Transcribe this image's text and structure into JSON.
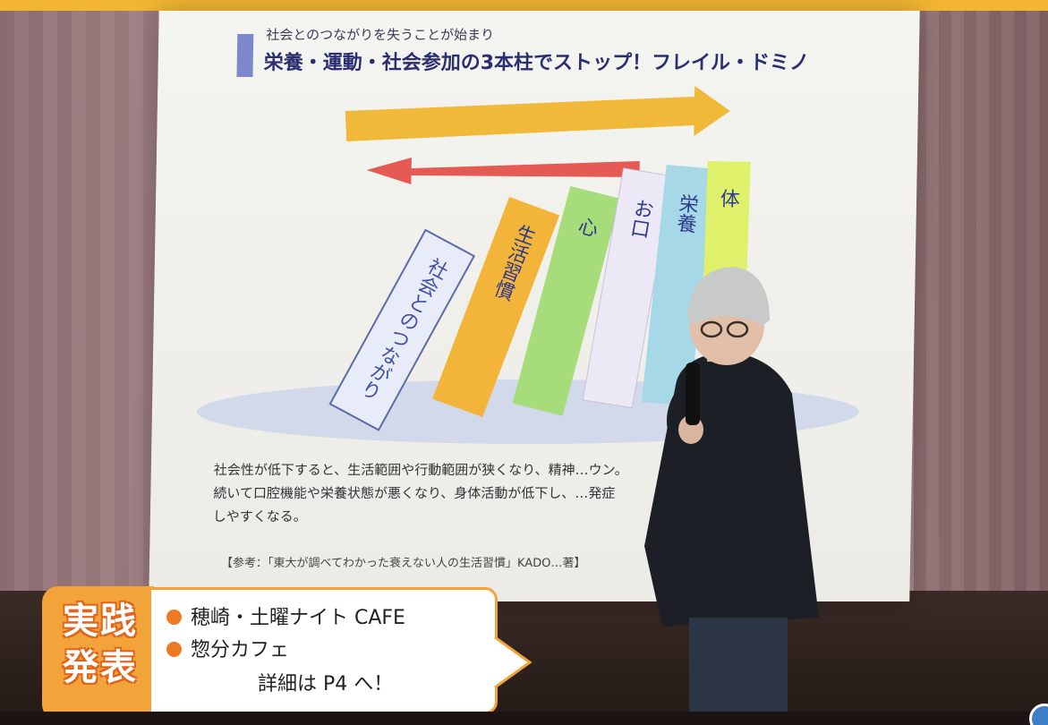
{
  "slide": {
    "title_line1": "社会とのつながりを失うことが始まり",
    "title_line2": "栄養・運動・社会参加の3本柱でストップ！フレイル・ドミノ",
    "dominoes": [
      {
        "label": "社会とのつながり",
        "color": "#e8ecf8"
      },
      {
        "label": "生活習慣",
        "color": "#f3b43a"
      },
      {
        "label": "心",
        "color": "#a7dc7a"
      },
      {
        "label": "お口",
        "color": "#ece8f6"
      },
      {
        "label": "栄養",
        "color": "#a7d8e8"
      },
      {
        "label": "体",
        "color": "#dff06a"
      }
    ],
    "body_line1": "社会性が低下すると、生活範囲や行動範囲が狭くなり、精神…ウン。",
    "body_line2": "続いて口腔機能や栄養状態が悪くなり、身体活動が低下し、…発症",
    "body_line3": "しやすくなる。",
    "reference": "【参考：「東大が調べてわかった衰えない人の生活習慣」KADO…著】"
  },
  "callout": {
    "badge_line1": "実践",
    "badge_line2": "発表",
    "item1": "穂崎・土曜ナイト CAFE",
    "item2": "惣分カフェ",
    "detail": "詳細は P4 へ！"
  },
  "colors": {
    "accent_orange": "#f2a33a",
    "bullet": "#ee7a23",
    "arrow_right": "#f1b93a",
    "arrow_left": "#e55a55"
  }
}
